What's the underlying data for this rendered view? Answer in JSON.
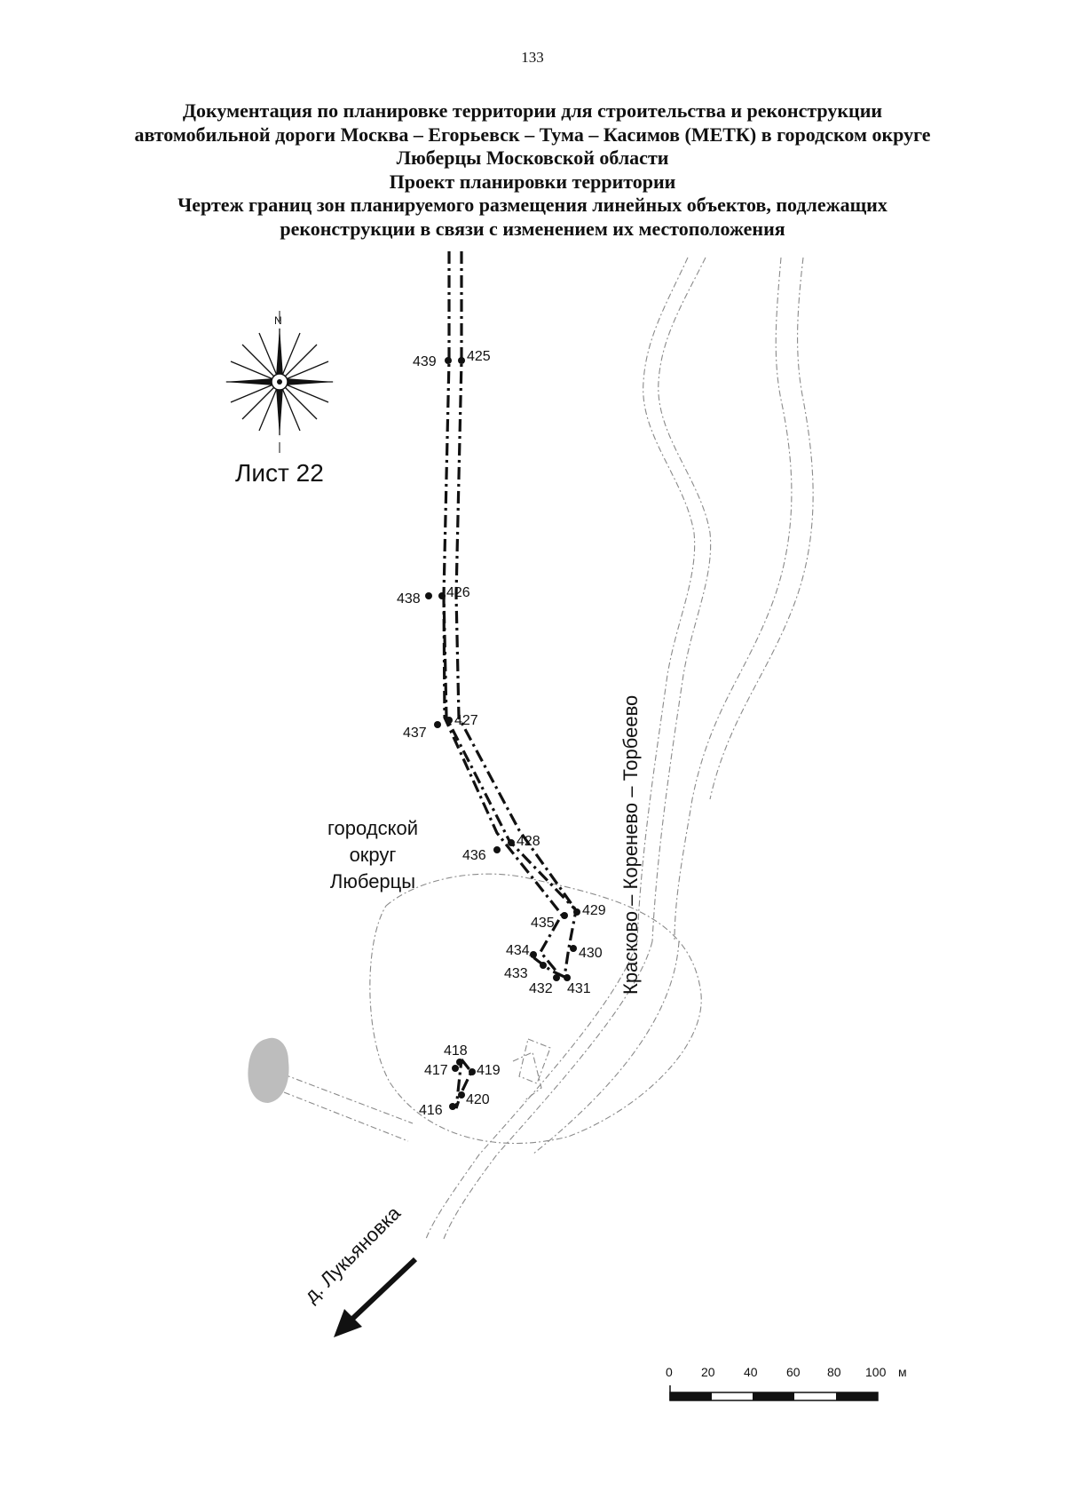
{
  "page_number": "133",
  "title_lines": [
    "Документация по планировке территории для строительства и реконструкции",
    "автомобильной дороги Москва – Егорьевск – Тума – Касимов (МЕТК) в городском округе",
    "Люберцы Московской области",
    "Проект планировки территории",
    "Чертеж границ зон планируемого размещения линейных объектов, подлежащих",
    "реконструкции в связи с изменением их местоположения"
  ],
  "map": {
    "sheet_label": "Лист 22",
    "compass_label": "N",
    "area_label_lines": [
      "городской",
      "округ",
      "Люберцы"
    ],
    "road_label": "Красково – Коренево – Торбеево",
    "direction_label": "д. Лукьяновка",
    "points": [
      "416",
      "417",
      "418",
      "419",
      "420",
      "425",
      "426",
      "427",
      "428",
      "429",
      "430",
      "431",
      "432",
      "433",
      "434",
      "435",
      "436",
      "437",
      "438",
      "439"
    ],
    "scale": {
      "ticks": [
        "0",
        "20",
        "40",
        "60",
        "80",
        "100"
      ],
      "unit": "м"
    }
  }
}
